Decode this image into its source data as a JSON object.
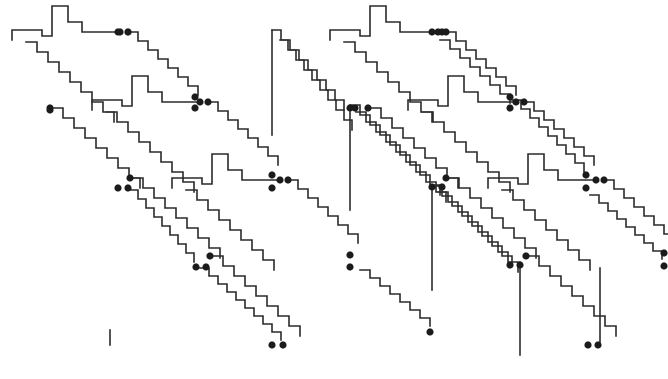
{
  "figure": {
    "kind": "tessellation of staircase-edged polyomino tiles",
    "line_color": "#2a2a2a",
    "node_color": "#1b1b1b",
    "background": "#ffffff",
    "tile_rows": 3,
    "tiles_per_row": 2,
    "node_icon": "filled-circle-vertex"
  }
}
